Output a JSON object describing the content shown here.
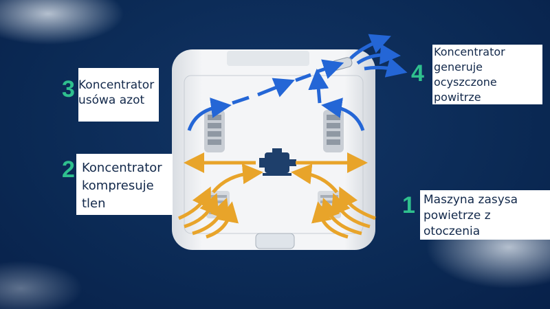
{
  "steps": [
    {
      "number": "1",
      "text": "Maszyna zasysa powietrze z otoczenia"
    },
    {
      "number": "2",
      "text": "Koncentrator kompresuje tlen"
    },
    {
      "number": "3",
      "text": "Koncentrator usówa azot"
    },
    {
      "number": "4",
      "text": "Koncentrator generuje ocyszczone powitrze"
    }
  ],
  "colors": {
    "background": "#0b2a55",
    "number": "#2fc08e",
    "intake_arrow": "#e8a42a",
    "exhaust_arrow": "#2466d6"
  }
}
